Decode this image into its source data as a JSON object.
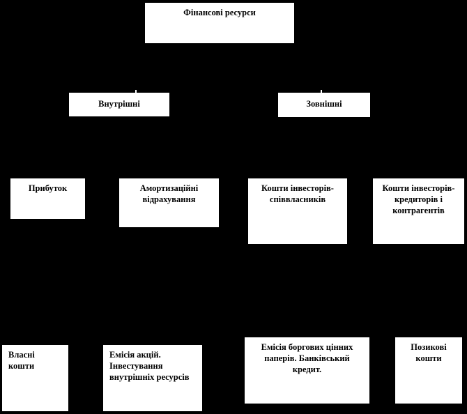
{
  "colors": {
    "background": "#000000",
    "node_fill": "#ffffff",
    "node_text": "#000000"
  },
  "diagram": {
    "type": "hierarchy-flowchart",
    "topic": "Фінансові ресурси",
    "nodes": [
      {
        "id": "root",
        "level": 1,
        "label": "Фінансові ресурси"
      },
      {
        "id": "internal",
        "level": 2,
        "label": "Внутрішні"
      },
      {
        "id": "external",
        "level": 2,
        "label": "Зовнішні"
      },
      {
        "id": "profit",
        "level": 3,
        "label": "Прибуток"
      },
      {
        "id": "depreciation",
        "level": 3,
        "label": "Амортизаційні\nвідрахування"
      },
      {
        "id": "investor-coowner-funds",
        "level": 3,
        "label": "Кошти інвесторів-\nспіввласників"
      },
      {
        "id": "investor-creditor-funds",
        "level": 3,
        "label": "Кошти інвесторів-\nкредиторів і\nконтрагентів"
      },
      {
        "id": "own-funds",
        "level": 4,
        "label": "Власні\nкошти"
      },
      {
        "id": "share-issue",
        "level": 4,
        "label": "Емісія акцій.\nІнвестування\nвнутрішніх ресурсів"
      },
      {
        "id": "debt-securities",
        "level": 4,
        "label": "Емісія боргових цінних\nпаперів. Банківський\nкредит."
      },
      {
        "id": "borrowed-funds",
        "level": 4,
        "label": "Позикові\nкошти"
      }
    ]
  }
}
